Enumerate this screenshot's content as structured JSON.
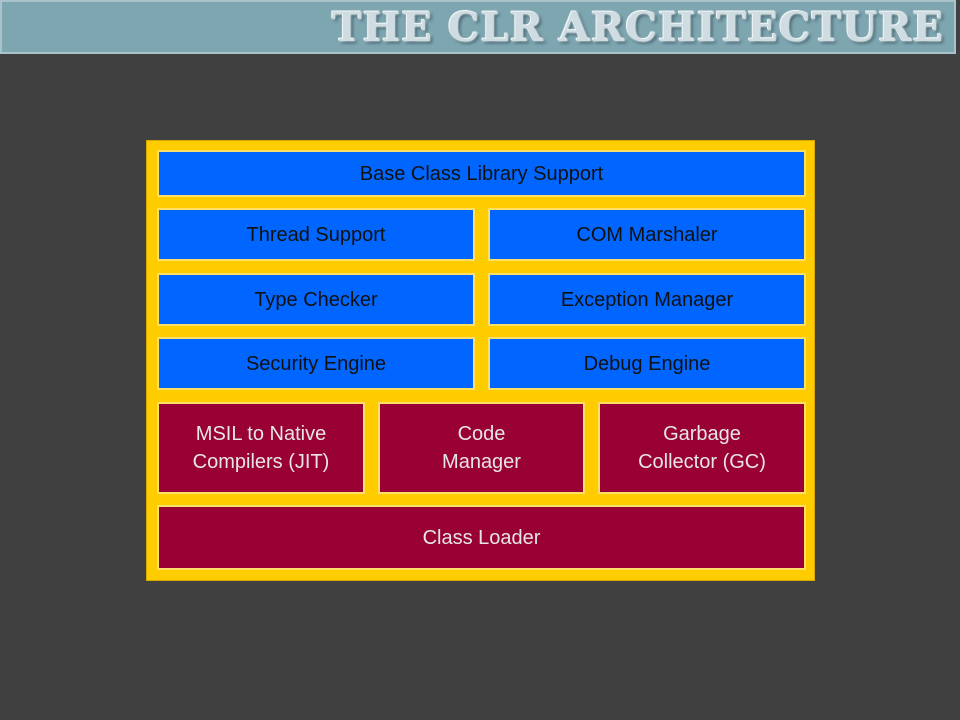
{
  "title": "THE CLR ARCHITECTURE",
  "blocks": {
    "base_class_library": "Base Class Library Support",
    "thread_support": "Thread Support",
    "com_marshaler": "COM Marshaler",
    "type_checker": "Type Checker",
    "exception_manager": "Exception Manager",
    "security_engine": "Security Engine",
    "debug_engine": "Debug Engine",
    "msil_compilers": [
      "MSIL to Native",
      "Compilers (JIT)"
    ],
    "code_manager": [
      "Code",
      "Manager"
    ],
    "garbage_collector": [
      "Garbage",
      "Collector (GC)"
    ],
    "class_loader": "Class Loader"
  },
  "colors": {
    "background": "#404040",
    "title_bar": "#7ea6b1",
    "frame": "#ffcc00",
    "blue_block": "#0066ff",
    "red_block": "#990033"
  }
}
